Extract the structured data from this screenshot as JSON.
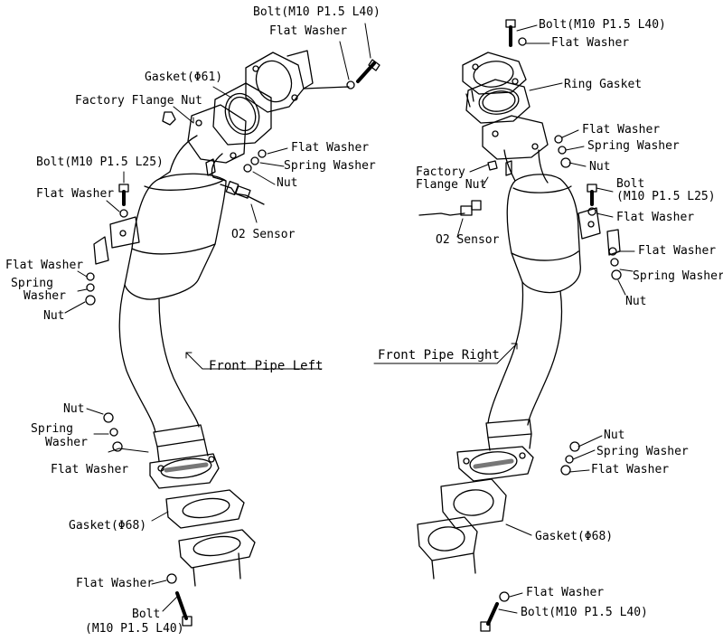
{
  "left": {
    "title": "Front Pipe Left",
    "bolt_top": "Bolt(M10 P1.5 L40)",
    "flat_washer_top": "Flat Washer",
    "gasket_61": "Gasket(Φ61)",
    "factory_flange_nut": "Factory Flange Nut",
    "flat_washer_mid": "Flat Washer",
    "spring_washer_mid": "Spring Washer",
    "nut_mid": "Nut",
    "o2_sensor": "O2 Sensor",
    "bolt_l25": "Bolt(M10 P1.5 L25)",
    "flat_washer_bracket": "Flat Washer",
    "flat_washer_low": "Flat Washer",
    "spring_washer_low_1": "Spring",
    "spring_washer_low_2": "Washer",
    "nut_low": "Nut",
    "nut_bottom": "Nut",
    "spring_washer_bottom_1": "Spring",
    "spring_washer_bottom_2": "Washer",
    "flat_washer_bottom": "Flat Washer",
    "gasket_68": "Gasket(Φ68)",
    "flat_washer_end": "Flat Washer",
    "bolt_end_1": "Bolt",
    "bolt_end_2": "(M10 P1.5 L40)"
  },
  "right": {
    "title": "Front Pipe Right",
    "bolt_top": "Bolt(M10 P1.5 L40)",
    "flat_washer_top": "Flat Washer",
    "ring_gasket": "Ring Gasket",
    "flat_washer_mid": "Flat Washer",
    "spring_washer_mid": "Spring Washer",
    "nut_mid": "Nut",
    "factory_flange_nut_1": "Factory",
    "factory_flange_nut_2": "Flange Nut",
    "bolt_l25_1": "Bolt",
    "bolt_l25_2": "(M10 P1.5 L25)",
    "flat_washer_bracket": "Flat Washer",
    "o2_sensor": "O2 Sensor",
    "flat_washer_low": "Flat Washer",
    "spring_washer_low": "Spring Washer",
    "nut_low": "Nut",
    "nut_bottom": "Nut",
    "spring_washer_bottom": "Spring Washer",
    "flat_washer_bottom": "Flat Washer",
    "gasket_68": "Gasket(Φ68)",
    "flat_washer_end": "Flat Washer",
    "bolt_end": "Bolt(M10 P1.5 L40)"
  }
}
